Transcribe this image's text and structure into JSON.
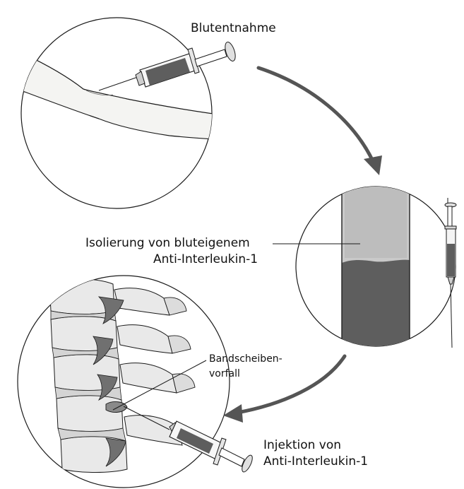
{
  "labels": {
    "blood_draw": "Blutentnahme",
    "isolation_line1": "Isolierung von bluteigenem",
    "isolation_line2": "Anti-Interleukin-1",
    "disc_line1": "Bandscheiben-",
    "disc_line2": "vorfall",
    "injection_line1": "Injektion von",
    "injection_line2": "Anti-Interleukin-1"
  },
  "colors": {
    "outline": "#1a1a1a",
    "arrow": "#555555",
    "skin": "#f4f4f2",
    "blood": "#5e5e5e",
    "serum": "#b9b9b9",
    "bone": "#e9e9e9"
  }
}
